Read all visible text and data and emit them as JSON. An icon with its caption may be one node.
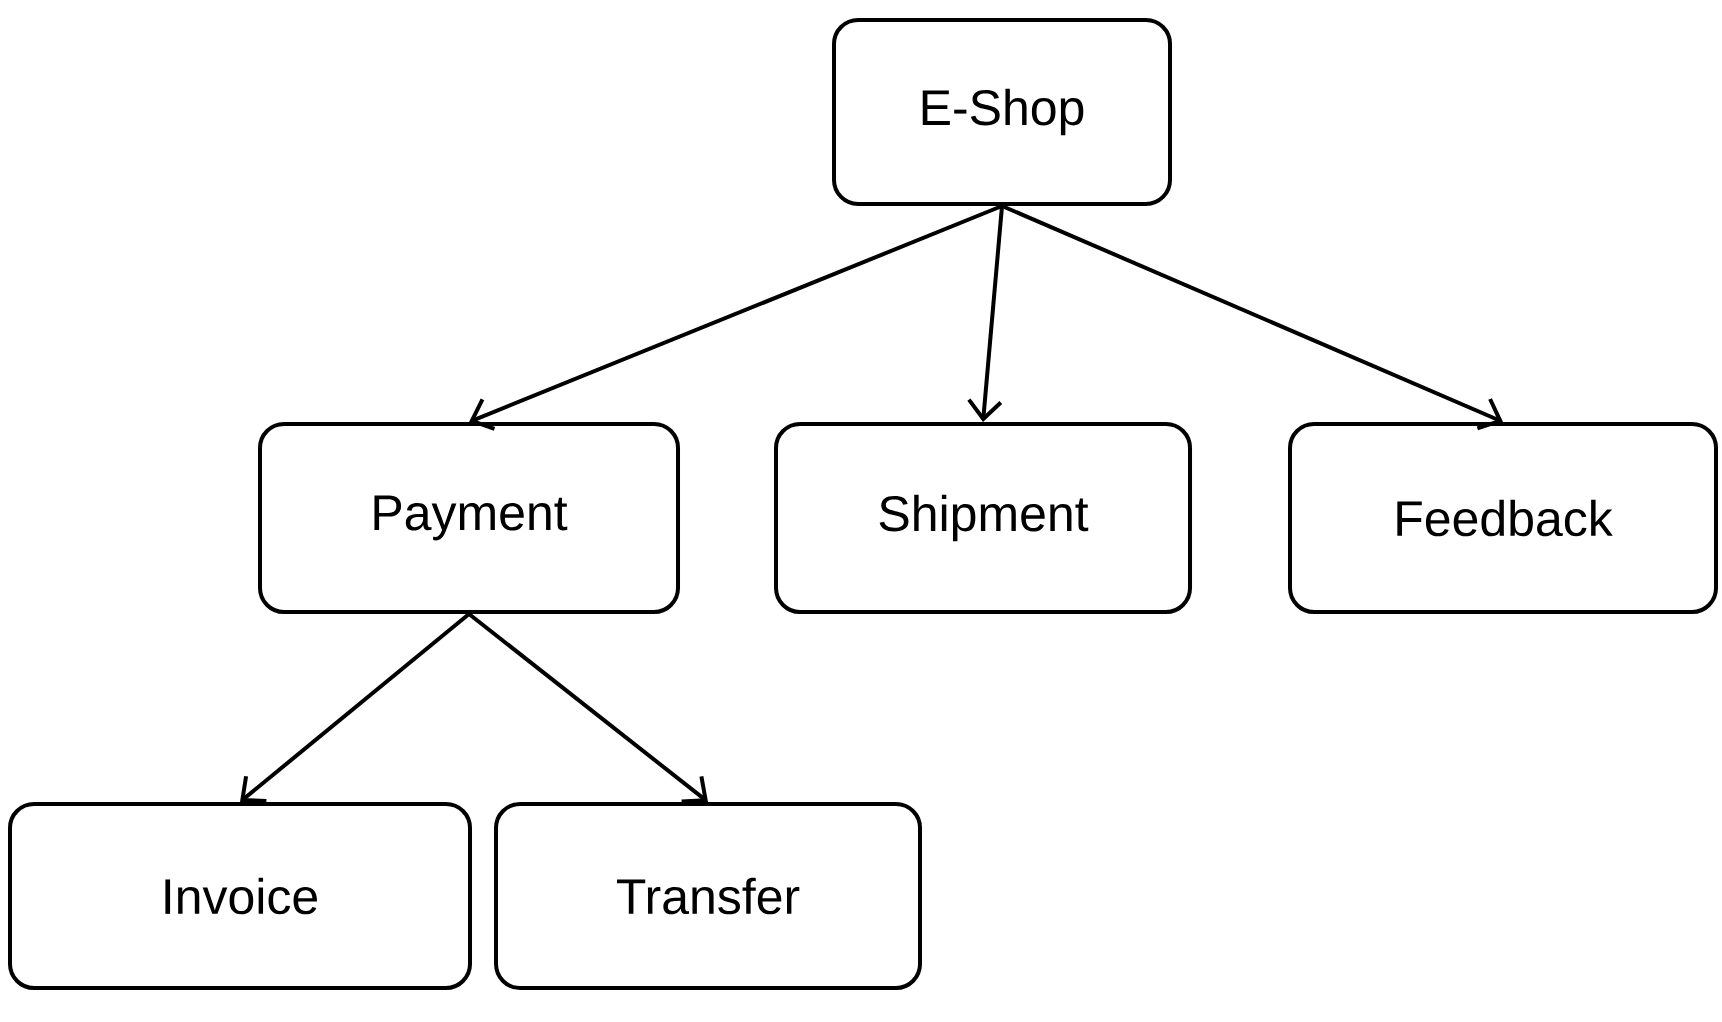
{
  "diagram": {
    "nodes": [
      {
        "text": [
          "E-Shop"
        ]
      },
      {
        "text": [
          "Payment"
        ]
      },
      {
        "text": [
          "Shipment"
        ]
      },
      {
        "text": [
          "Feedback"
        ]
      },
      {
        "text": [
          "Invoice"
        ]
      },
      {
        "text": [
          "Transfer"
        ]
      }
    ],
    "edges": [
      {
        "from": 0,
        "to": 1,
        "arrow": "to"
      },
      {
        "from": 0,
        "to": 2,
        "arrow": "to"
      },
      {
        "from": 0,
        "to": 3,
        "arrow": "to"
      },
      {
        "from": 1,
        "to": 4,
        "arrow": "to"
      },
      {
        "from": 1,
        "to": 5,
        "arrow": "to"
      }
    ]
  }
}
